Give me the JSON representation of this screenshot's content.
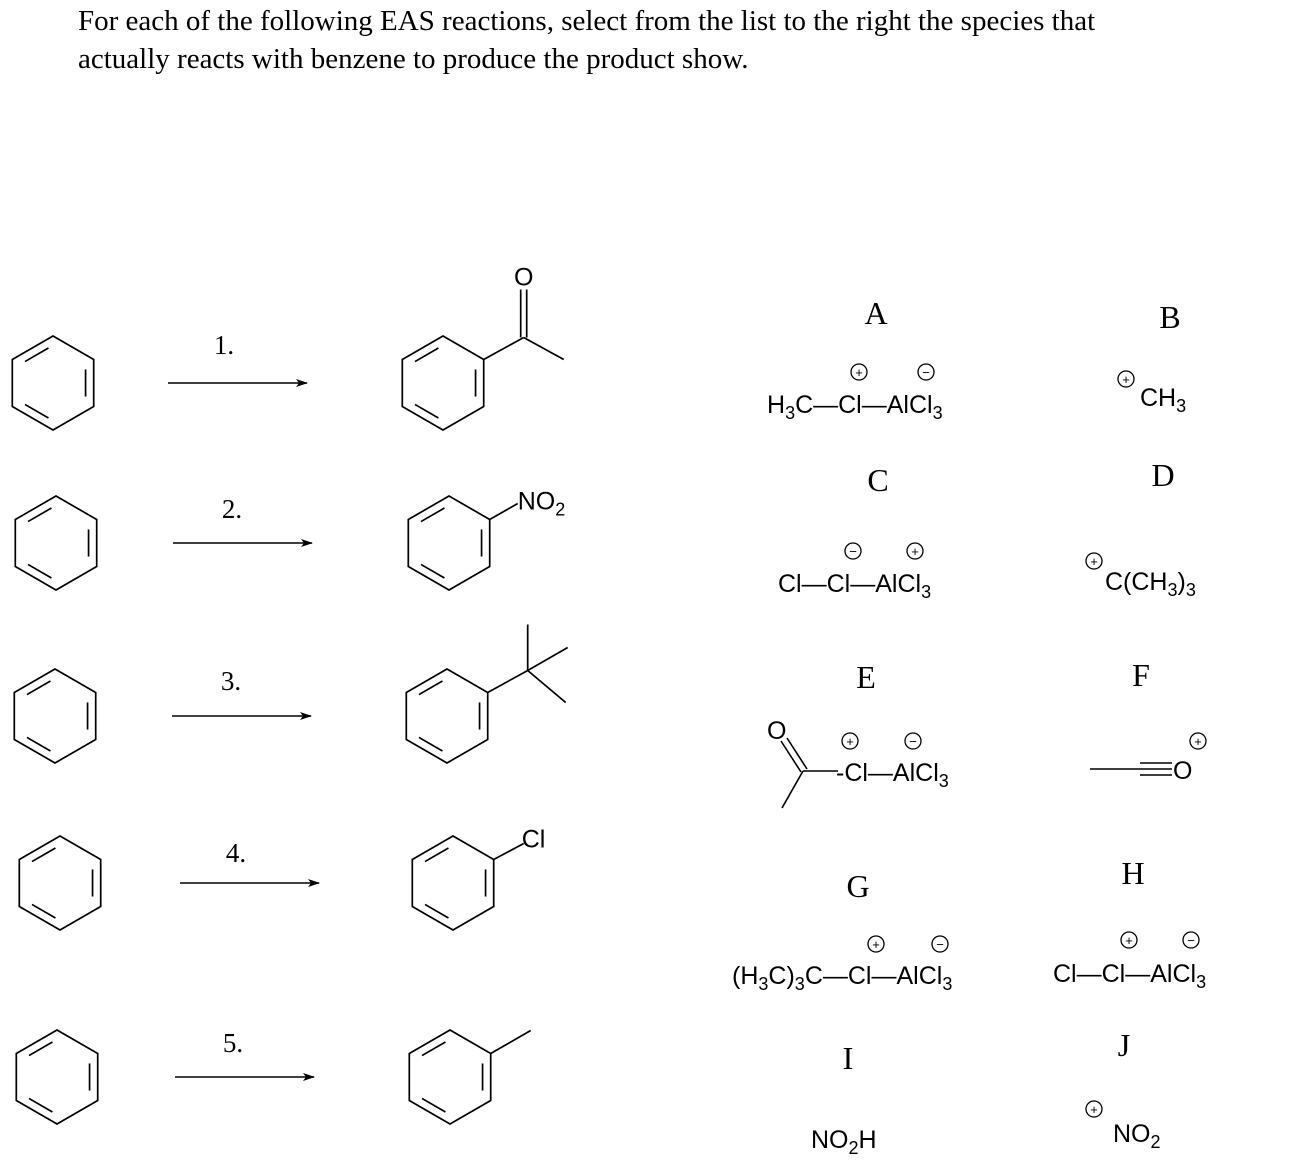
{
  "question": {
    "line1": "For each of the following EAS reactions, select from the list to the right the species that",
    "line2": "actually reacts with benzene to produce the product show."
  },
  "reactions": [
    {
      "number": "1.",
      "product_group": "O"
    },
    {
      "number": "2.",
      "product_group": "NO",
      "product_group_sub": "2"
    },
    {
      "number": "3.",
      "product_group": ""
    },
    {
      "number": "4.",
      "product_group": "Cl"
    },
    {
      "number": "5.",
      "product_group": ""
    }
  ],
  "options": {
    "A": {
      "letter": "A",
      "t1": "H",
      "t1s": "3",
      "t2": "C—Cl—AlCl",
      "t2s": "3",
      "plus": "+",
      "minus": "−"
    },
    "B": {
      "letter": "B",
      "t1": "CH",
      "t1s": "3",
      "plus": "+"
    },
    "C": {
      "letter": "C",
      "t1": "Cl—Cl—AlCl",
      "t1s": "3",
      "plus": "+",
      "minus": "−"
    },
    "D": {
      "letter": "D",
      "t1": "C(CH",
      "t1s": "3",
      "t2": ")",
      "t2s": "3",
      "plus": "+"
    },
    "E": {
      "letter": "E",
      "o": "O",
      "t1": "-Cl—AlCl",
      "t1s": "3",
      "plus": "+",
      "minus": "−"
    },
    "F": {
      "letter": "F",
      "o": "O",
      "plus": "+"
    },
    "G": {
      "letter": "G",
      "t1": "(H",
      "t1s": "3",
      "t2": "C)",
      "t2s": "3",
      "t3": "C—Cl—AlCl",
      "t3s": "3",
      "plus": "+",
      "minus": "−"
    },
    "H": {
      "letter": "H",
      "t1": "Cl—Cl—AlCl",
      "t1s": "3",
      "plus": "+",
      "minus": "−"
    },
    "I": {
      "letter": "I",
      "t1": "NO",
      "t1s": "2",
      "t2": "H"
    },
    "J": {
      "letter": "J",
      "t1": "NO",
      "t1s": "2",
      "plus": "+"
    }
  }
}
